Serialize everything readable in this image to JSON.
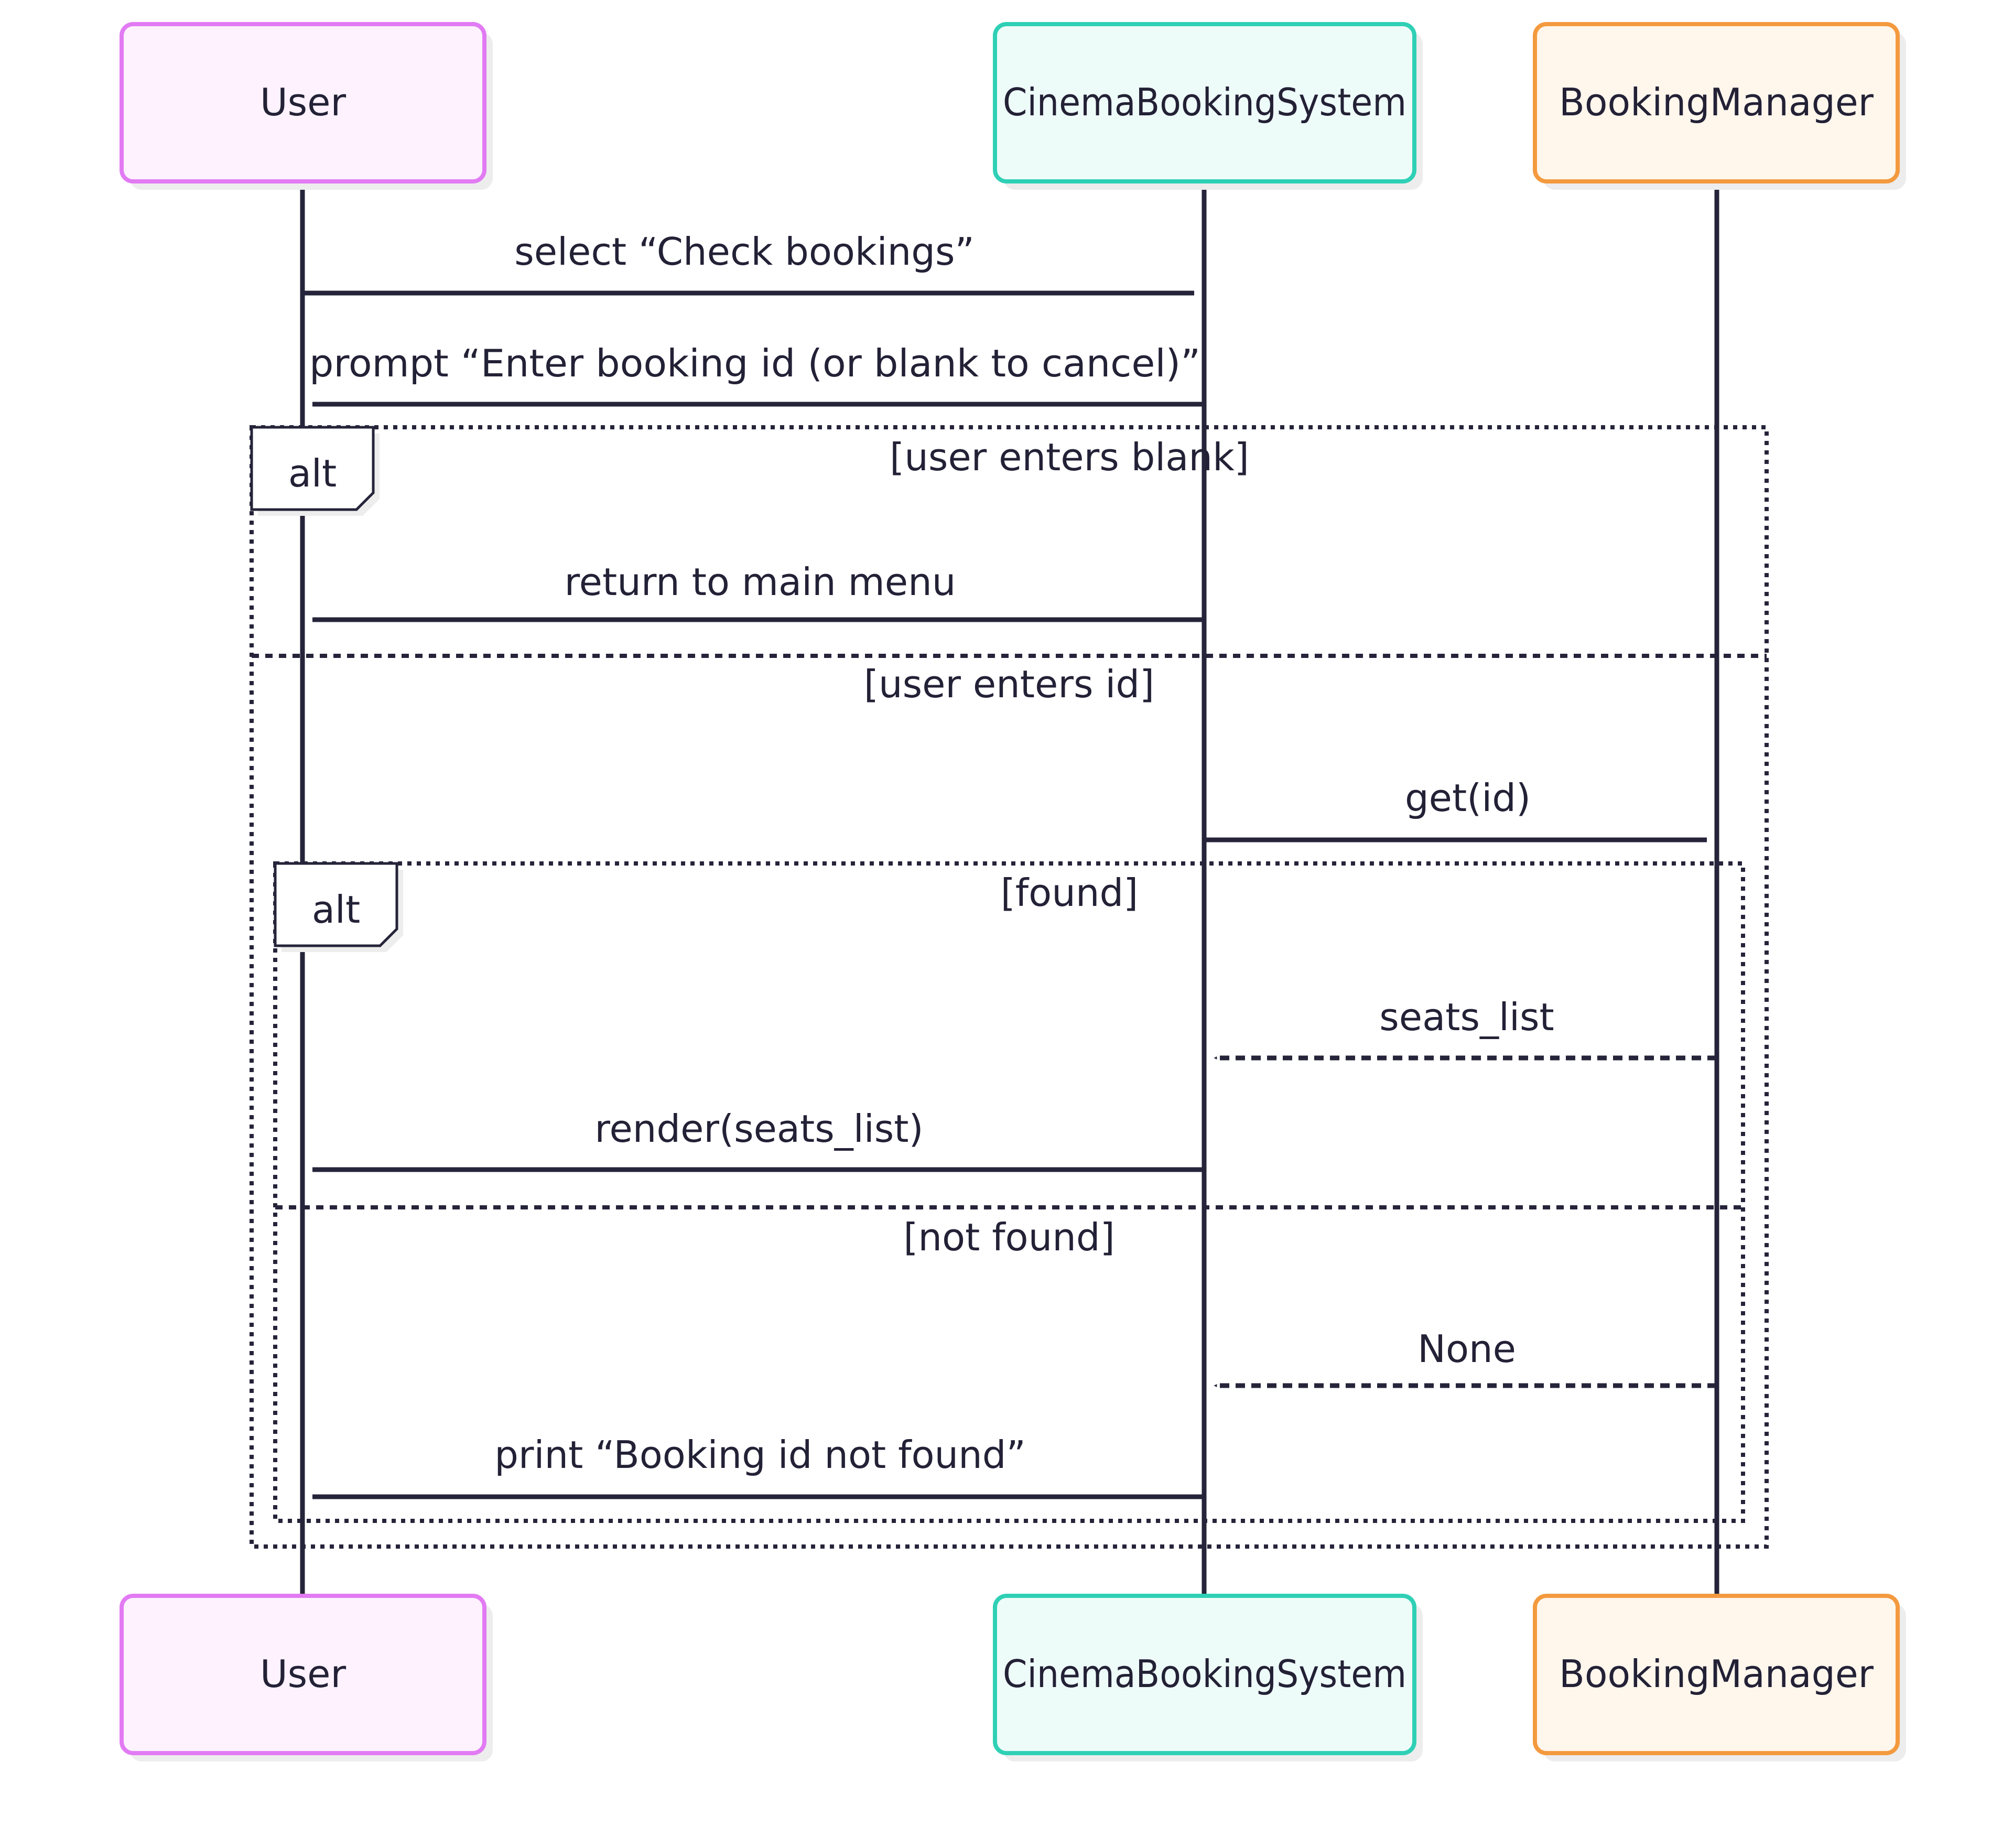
{
  "colors": {
    "ink": "#25243a",
    "user": {
      "stroke": "#e27bf3",
      "fill": "#fdf2fe"
    },
    "system": {
      "stroke": "#2fd0b5",
      "fill": "#eefcf9"
    },
    "manager": {
      "stroke": "#f39a3f",
      "fill": "#fff6ec"
    },
    "shadow": "#ededed"
  },
  "participants": [
    {
      "id": "user",
      "label": "User"
    },
    {
      "id": "system",
      "label": "CinemaBookingSystem"
    },
    {
      "id": "manager",
      "label": "BookingManager"
    }
  ],
  "messages": [
    {
      "label": "select “Check bookings”",
      "from": "user",
      "to": "system",
      "style": "solid"
    },
    {
      "label": "prompt “Enter booking id (or blank to cancel)”",
      "from": "system",
      "to": "user",
      "style": "solid"
    },
    {
      "label": "return to main menu",
      "from": "system",
      "to": "user",
      "style": "solid"
    },
    {
      "label": "get(id)",
      "from": "system",
      "to": "manager",
      "style": "solid"
    },
    {
      "label": "seats_list",
      "from": "manager",
      "to": "system",
      "style": "dashed"
    },
    {
      "label": "render(seats_list)",
      "from": "system",
      "to": "user",
      "style": "solid"
    },
    {
      "label": "None",
      "from": "manager",
      "to": "system",
      "style": "dashed"
    },
    {
      "label": "print “Booking id not found”",
      "from": "system",
      "to": "user",
      "style": "solid"
    }
  ],
  "fragments": [
    {
      "keyword": "alt",
      "conditions": [
        "[user enters blank]",
        "[user enters id]"
      ]
    },
    {
      "keyword": "alt",
      "conditions": [
        "[found]",
        "[not found]"
      ]
    }
  ]
}
